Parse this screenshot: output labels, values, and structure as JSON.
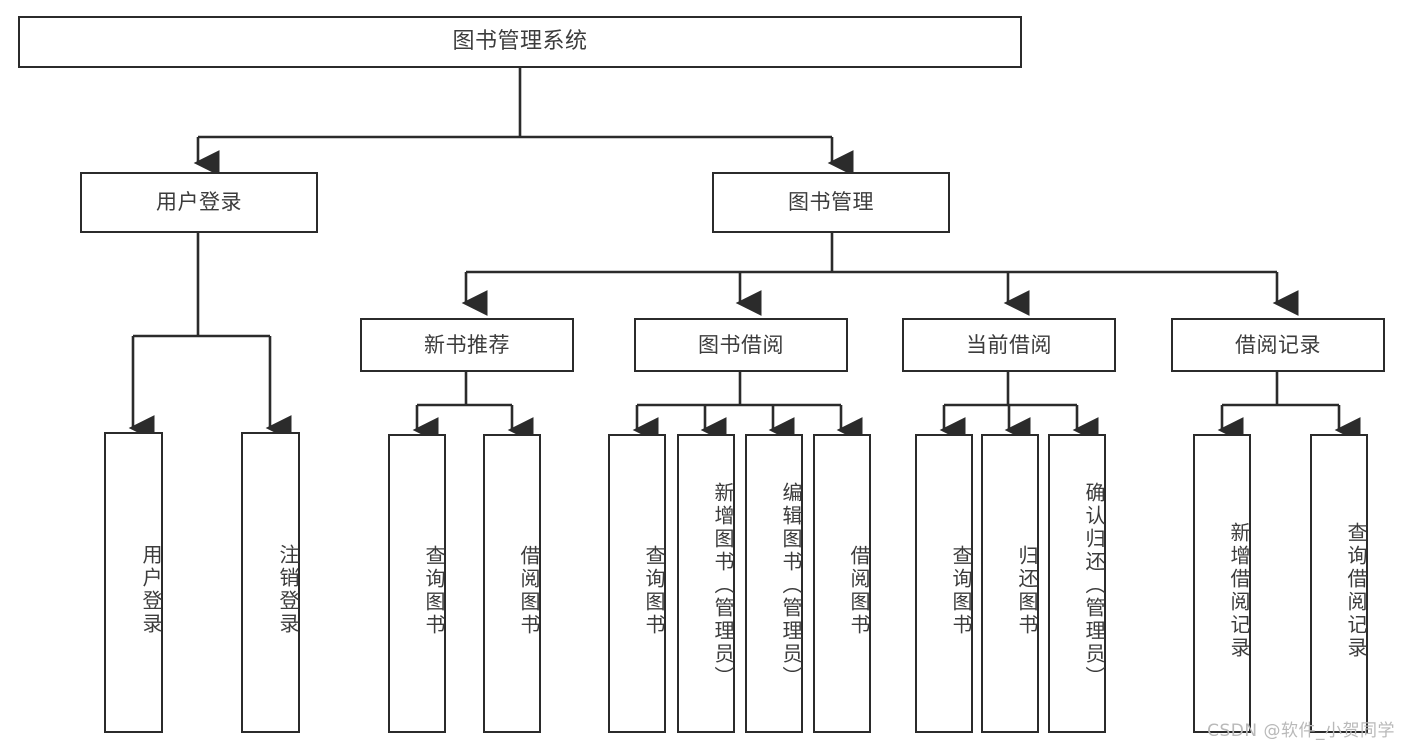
{
  "diagram": {
    "title": "图书管理系统",
    "type": "tree-hierarchy-diagram",
    "stroke_color": "#2b2b2b",
    "text_color": "#3c3c3c",
    "background_color": "#ffffff",
    "watermark": "CSDN @软件_小贺同学"
  },
  "nodes": {
    "root": {
      "label": "图书管理系统"
    },
    "level2": [
      {
        "label": "用户登录"
      },
      {
        "label": "图书管理"
      }
    ],
    "level3": [
      {
        "label": "新书推荐"
      },
      {
        "label": "图书借阅"
      },
      {
        "label": "当前借阅"
      },
      {
        "label": "借阅记录"
      }
    ],
    "leaves": {
      "user_login": [
        {
          "label": "用户登录"
        },
        {
          "label": "注销登录"
        }
      ],
      "new_book_recommend": [
        {
          "label": "查询图书"
        },
        {
          "label": "借阅图书"
        }
      ],
      "book_borrow": [
        {
          "label": "查询图书"
        },
        {
          "label": "新增图书（管理员）"
        },
        {
          "label": "编辑图书（管理员）"
        },
        {
          "label": "借阅图书"
        }
      ],
      "current_borrow": [
        {
          "label": "查询图书"
        },
        {
          "label": "归还图书"
        },
        {
          "label": "确认归还（管理员）"
        }
      ],
      "borrow_records": [
        {
          "label": "新增借阅记录"
        },
        {
          "label": "查询借阅记录"
        }
      ]
    }
  }
}
